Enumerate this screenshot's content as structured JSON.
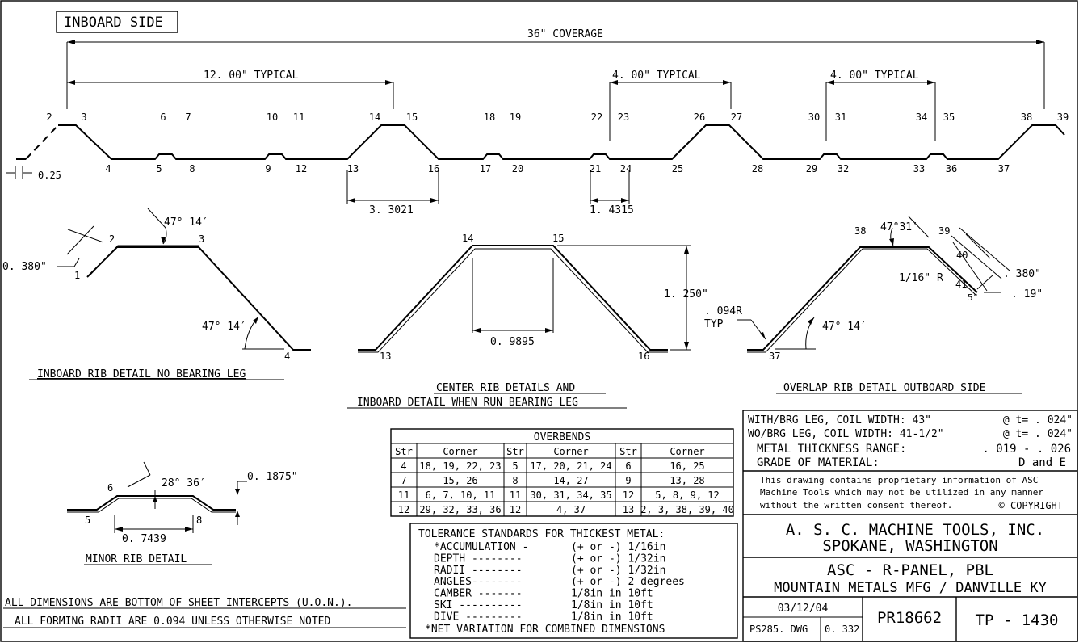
{
  "header": {
    "inboard_side": "INBOARD SIDE"
  },
  "profile": {
    "coverage": "36\"  COVERAGE",
    "typical_12": "12. 00\"  TYPICAL",
    "typical_4a": "4. 00\"  TYPICAL",
    "typical_4b": "4. 00\"  TYPICAL",
    "offset_025": "0.25",
    "dim_3021": "3. 3021",
    "dim_4315": "1. 4315",
    "points": [
      {
        "label": "2",
        "pos": "top"
      },
      {
        "label": "3",
        "pos": "top"
      },
      {
        "label": "4",
        "pos": "bot"
      },
      {
        "label": "5",
        "pos": "bot"
      },
      {
        "label": "6",
        "pos": "top"
      },
      {
        "label": "7",
        "pos": "top"
      },
      {
        "label": "8",
        "pos": "bot"
      },
      {
        "label": "9",
        "pos": "bot"
      },
      {
        "label": "10",
        "pos": "top"
      },
      {
        "label": "11",
        "pos": "top"
      },
      {
        "label": "12",
        "pos": "bot"
      },
      {
        "label": "13",
        "pos": "bot"
      },
      {
        "label": "14",
        "pos": "top"
      },
      {
        "label": "15",
        "pos": "top"
      },
      {
        "label": "16",
        "pos": "bot"
      },
      {
        "label": "17",
        "pos": "bot"
      },
      {
        "label": "18",
        "pos": "top"
      },
      {
        "label": "19",
        "pos": "top"
      },
      {
        "label": "20",
        "pos": "bot"
      },
      {
        "label": "21",
        "pos": "bot"
      },
      {
        "label": "22",
        "pos": "top"
      },
      {
        "label": "23",
        "pos": "top"
      },
      {
        "label": "24",
        "pos": "bot"
      },
      {
        "label": "25",
        "pos": "bot"
      },
      {
        "label": "26",
        "pos": "top"
      },
      {
        "label": "27",
        "pos": "top"
      },
      {
        "label": "28",
        "pos": "bot"
      },
      {
        "label": "29",
        "pos": "bot"
      },
      {
        "label": "30",
        "pos": "top"
      },
      {
        "label": "31",
        "pos": "top"
      },
      {
        "label": "32",
        "pos": "bot"
      },
      {
        "label": "33",
        "pos": "bot"
      },
      {
        "label": "34",
        "pos": "top"
      },
      {
        "label": "35",
        "pos": "top"
      },
      {
        "label": "36",
        "pos": "bot"
      },
      {
        "label": "37",
        "pos": "bot"
      },
      {
        "label": "38",
        "pos": "top"
      },
      {
        "label": "39",
        "pos": "top"
      }
    ]
  },
  "inboard_rib": {
    "title": "INBOARD RIB DETAIL NO BEARING LEG",
    "angle_top": "47° 14′",
    "angle_bottom": "47° 14′",
    "dim_leg": "0. 380\"",
    "p1": "1",
    "p2": "2",
    "p3": "3",
    "p4": "4"
  },
  "center_rib": {
    "title_line1": "CENTER RIB DETAILS AND",
    "title_line2": "INBOARD DETAIL WHEN RUN BEARING LEG",
    "dim_height": "1. 250\"",
    "dim_width": "0. 9895",
    "p14": "14",
    "p15": "15",
    "p13": "13",
    "p16": "16"
  },
  "overlap_rib": {
    "title": "OVERLAP RIB DETAIL OUTBOARD SIDE",
    "radius": ". 094R",
    "typ": "TYP",
    "angle_top": "47°31′",
    "angle_bottom": "47° 14′",
    "radius_small": "1/16\"  R",
    "dim_380": ". 380\"",
    "dim_19": ". 19\"",
    "dim_5": "5\"",
    "p37": "37",
    "p38": "38",
    "p39": "39",
    "p40": "40",
    "p41": "41"
  },
  "minor_rib": {
    "title": "MINOR RIB DETAIL",
    "angle": "28° 36′",
    "depth": "0. 1875\"",
    "width": "0. 7439",
    "p5": "5",
    "p6": "6",
    "p8": "8"
  },
  "notes": {
    "line1": "ALL DIMENSIONS ARE BOTTOM OF SHEET INTERCEPTS (U.O.N.).",
    "line2": "ALL FORMING RADII ARE 0.094   UNLESS OTHERWISE NOTED"
  },
  "overbends": {
    "title": "OVERBENDS",
    "headers": [
      "Str",
      "Corner",
      "Str",
      "Corner",
      "Str",
      "Corner"
    ],
    "rows": [
      [
        "4",
        "18, 19, 22, 23",
        "5",
        "17, 20, 21, 24",
        "6",
        "16, 25"
      ],
      [
        "7",
        "15, 26",
        "8",
        "14, 27",
        "9",
        "13, 28"
      ],
      [
        "11",
        "6, 7, 10, 11",
        "11",
        "30, 31, 34, 35",
        "12",
        "5, 8, 9, 12"
      ],
      [
        "12",
        "29, 32, 33, 36",
        "12",
        "4, 37",
        "13",
        "2, 3, 38, 39, 40"
      ]
    ]
  },
  "tolerance": {
    "title": "TOLERANCE STANDARDS FOR THICKEST METAL:",
    "rows": [
      [
        "*ACCUMULATION -",
        "(+ or -) 1/16in"
      ],
      [
        "DEPTH --------",
        "(+ or -) 1/32in"
      ],
      [
        "RADII --------",
        "(+ or -) 1/32in"
      ],
      [
        "ANGLES--------",
        "(+ or -) 2 degrees"
      ],
      [
        "CAMBER -------",
        "1/8in in 10ft"
      ],
      [
        "SKI ----------",
        "1/8in in 10ft"
      ],
      [
        "DIVE ---------",
        "1/8in in 10ft"
      ]
    ],
    "footer": "*NET VARIATION FOR COMBINED DIMENSIONS"
  },
  "title_block": {
    "coil1_label": "WITH/BRG LEG, COIL WIDTH: 43\"",
    "coil1_t": "@ t= . 024\"",
    "coil2_label": "WO/BRG LEG, COIL WIDTH:  41-1/2\"",
    "coil2_t": "@ t= . 024\"",
    "thick_label": "METAL THICKNESS RANGE:",
    "thick_value": ". 019 - . 026",
    "grade_label": "GRADE OF MATERIAL:",
    "grade_value": "D  and  E",
    "prop1": "This drawing contains proprietary information of ASC",
    "prop2": "Machine Tools which may not be utilized in any manner",
    "prop3": "without the written consent thereof.",
    "copyright": "© COPYRIGHT",
    "company1": "A.  S.  C.  MACHINE TOOLS,  INC.",
    "company2": "SPOKANE,  WASHINGTON",
    "product": "ASC - R-PANEL, PBL",
    "customer": "MOUNTAIN METALS MFG / DANVILLE KY",
    "date": "03/12/04",
    "dwg_file": "PS285. DWG",
    "scale": "0. 332",
    "pr_number": "PR18662",
    "tp_number": "TP - 1430"
  }
}
